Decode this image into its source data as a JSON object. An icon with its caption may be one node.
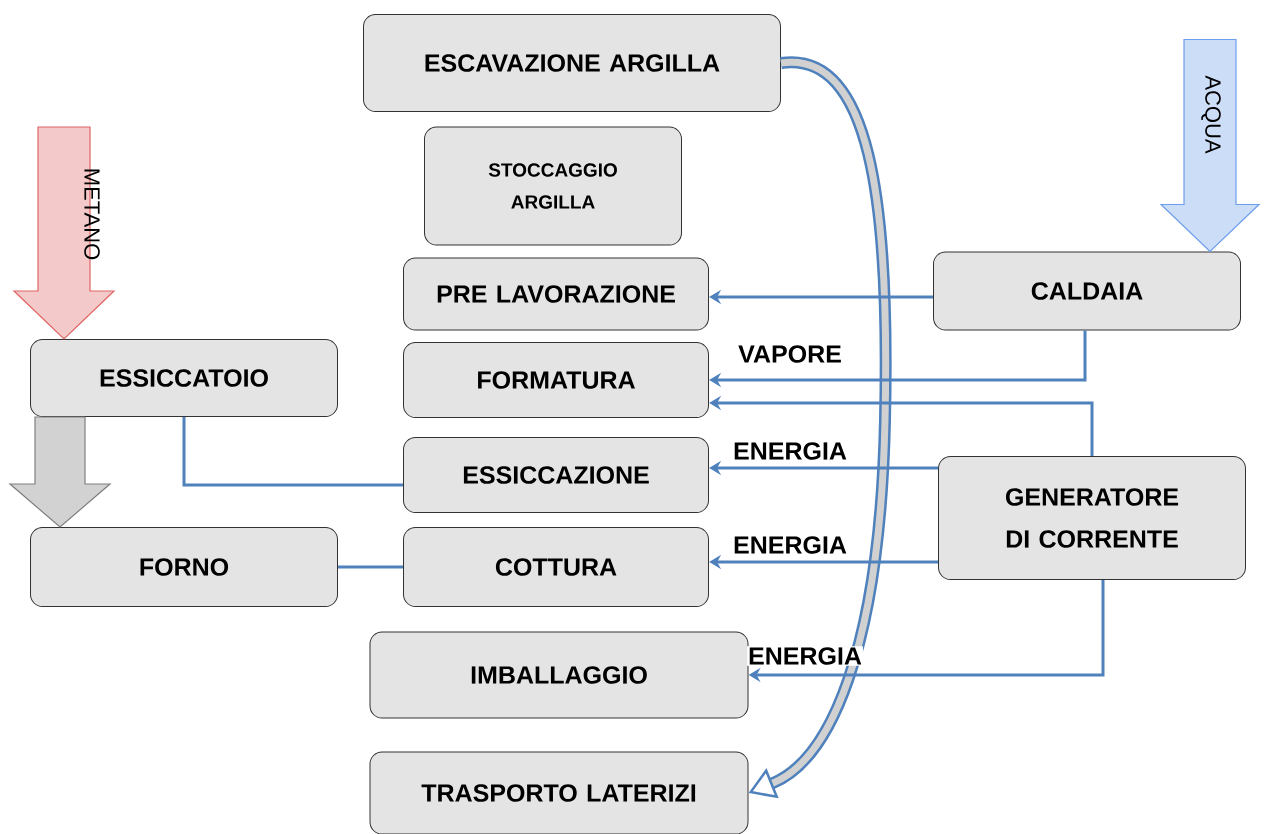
{
  "diagram": {
    "nodes": [
      {
        "text": [
          "ESCAVAZIONE ARGILLA"
        ]
      },
      {
        "text": [
          "STOCCAGGIO ARGILLA"
        ]
      },
      {
        "text": [
          "PRE LAVORAZIONE"
        ]
      },
      {
        "text": [
          "CALDAIA"
        ]
      },
      {
        "text": [
          "ESSICCATOIO"
        ]
      },
      {
        "text": [
          "FORMATURA"
        ]
      },
      {
        "text": [
          "ESSICCAZIONE"
        ]
      },
      {
        "text": [
          "GENERATORE DI CORRENTE"
        ]
      },
      {
        "text": [
          "FORNO"
        ]
      },
      {
        "text": [
          "COTTURA"
        ]
      },
      {
        "text": [
          "IMBALLAGGIO"
        ]
      },
      {
        "text": [
          "TRASPORTO LATERIZI"
        ]
      }
    ],
    "edges": [
      {
        "from": null,
        "to": 4,
        "arrow": "to",
        "label": "METANO",
        "style": "thick",
        "color": "#e06666"
      },
      {
        "from": null,
        "to": 3,
        "arrow": "to",
        "label": "ACQUA",
        "style": "thick",
        "color": "#6d9eeb"
      },
      {
        "from": 4,
        "to": 8,
        "arrow": "to",
        "style": "thick",
        "color": "#7f7f7f"
      },
      {
        "from": 0,
        "to": 11,
        "arrow": "to",
        "style": "thick"
      },
      {
        "from": 3,
        "to": 2,
        "arrow": "to"
      },
      {
        "from": 3,
        "to": 5,
        "arrow": "to",
        "label": "VAPORE"
      },
      {
        "from": 7,
        "to": 5,
        "arrow": "to"
      },
      {
        "from": 7,
        "to": 6,
        "arrow": "to",
        "label": "ENERGIA"
      },
      {
        "from": 7,
        "to": 9,
        "arrow": "to",
        "label": "ENERGIA"
      },
      {
        "from": 7,
        "to": 10,
        "arrow": "to",
        "label": "ENERGIA"
      },
      {
        "from": 4,
        "to": 6,
        "arrow": "none"
      },
      {
        "from": 8,
        "to": 9,
        "arrow": "none"
      }
    ]
  }
}
